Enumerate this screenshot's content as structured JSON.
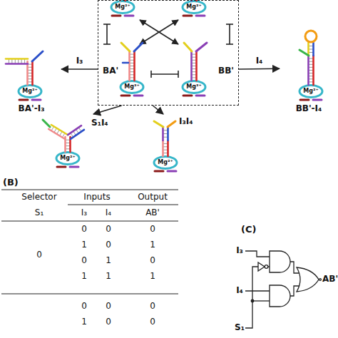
{
  "diagram": {
    "nodes": [
      {
        "text": [
          "BA'",
          "BB'"
        ]
      },
      {
        "text": [
          "BA'-I₃"
        ]
      },
      {
        "text": [
          "BB'-I₄"
        ]
      },
      {
        "text": [
          "S₁I₄"
        ]
      },
      {
        "text": [
          "I₃I₄"
        ]
      }
    ],
    "edges": [
      {
        "from": 0,
        "to": 1,
        "arrow": "to",
        "label": "I₃"
      },
      {
        "from": 0,
        "to": 2,
        "arrow": "to",
        "label": "I₄"
      },
      {
        "from": 0,
        "to": 3,
        "arrow": "to"
      },
      {
        "from": 0,
        "to": 4,
        "arrow": "to"
      }
    ],
    "labels": [
      "Mg²⁺",
      "Mg²⁺",
      "Mg²⁺",
      "Mg²⁺",
      "Mg²⁺",
      "Mg²⁺",
      "Mg²⁺",
      "Mg²⁺",
      "(B)",
      "Selector",
      "Inputs",
      "Output",
      "S₁",
      "I₃",
      "I₄",
      "AB'",
      "0",
      "0",
      "0",
      "0",
      "1",
      "0",
      "1",
      "0",
      "1",
      "0",
      "1",
      "1",
      "1",
      "0",
      "0",
      "0",
      "1",
      "0",
      "0",
      "(C)",
      "I₃",
      "I₄",
      "S₁",
      "AB'"
    ]
  }
}
